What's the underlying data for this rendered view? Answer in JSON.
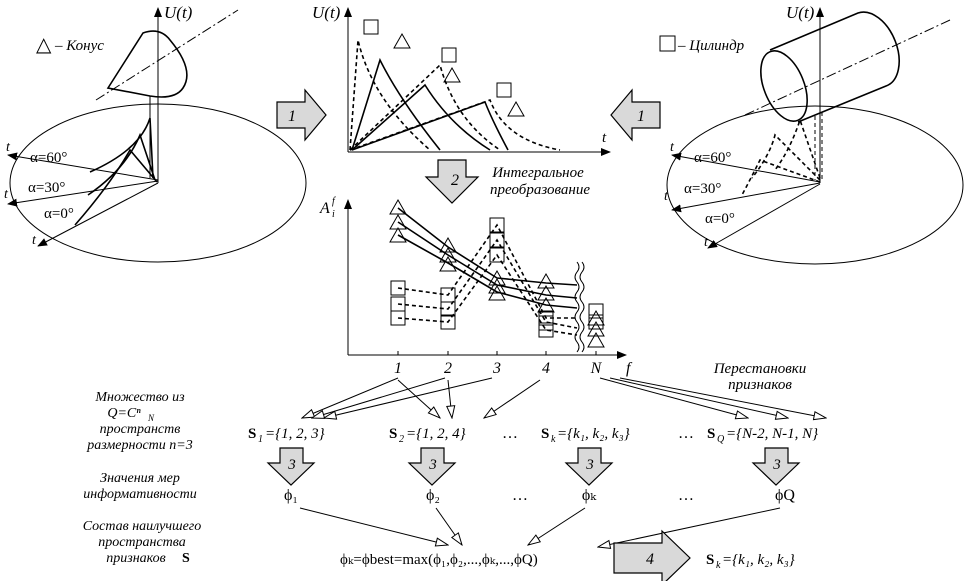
{
  "cone": {
    "axis_label": "U(t)",
    "legend_symbol": "△",
    "legend_text": "– Конус",
    "axis_t": "t",
    "angles": [
      "α=60°",
      "α=30°",
      "α=0°"
    ]
  },
  "cylinder": {
    "axis_label": "U(t)",
    "legend_symbol": "□",
    "legend_text": "– Цилиндр",
    "axis_t": "t",
    "angles": [
      "α=60°",
      "α=30°",
      "α=0°"
    ]
  },
  "signal_chart": {
    "axis_label": "U(t)",
    "axis_t": "t"
  },
  "steps": {
    "step1_left": "1",
    "step1_right": "1",
    "step2": "2",
    "step2_label_line1": "Интегральное",
    "step2_label_line2": "преобразование",
    "step3": [
      "3",
      "3",
      "3",
      "3"
    ],
    "step4": "4"
  },
  "feature_chart": {
    "ylabel": "A",
    "ylabel_sup": "f",
    "ylabel_sub": "i",
    "xlabel": "f",
    "ticks": [
      "1",
      "2",
      "3",
      "4",
      "N"
    ]
  },
  "permutation_label": [
    "Перестановки",
    "признаков"
  ],
  "set_label": [
    "Множество из",
    "Q=Cⁿ",
    "N",
    "пространств",
    "размерности n=3"
  ],
  "sets": [
    {
      "name": "S",
      "sub": "1",
      "value": "={1, 2, 3}"
    },
    {
      "name": "S",
      "sub": "2",
      "value": "={1, 2, 4}"
    },
    {
      "name": "S",
      "sub": "k",
      "value": "={k₁, k₂, k₃}"
    },
    {
      "name": "S",
      "sub": "Q",
      "value": "={N-2, N-1, N}"
    }
  ],
  "dots": "…",
  "info_label": [
    "Значения мер",
    "информативности"
  ],
  "phis": [
    "ϕ₁",
    "ϕ₂",
    "ϕₖ",
    "ϕQ"
  ],
  "best_label": [
    "Состав наилучшего",
    "пространства",
    "признаков"
  ],
  "best_label_bold": "S",
  "formula": "ϕₖ=ϕbest=max(ϕ₁,ϕ₂,...,ϕₖ,...,ϕQ)",
  "result": {
    "name": "S",
    "sub": "k",
    "value": "={k₁, k₂, k₃}"
  }
}
